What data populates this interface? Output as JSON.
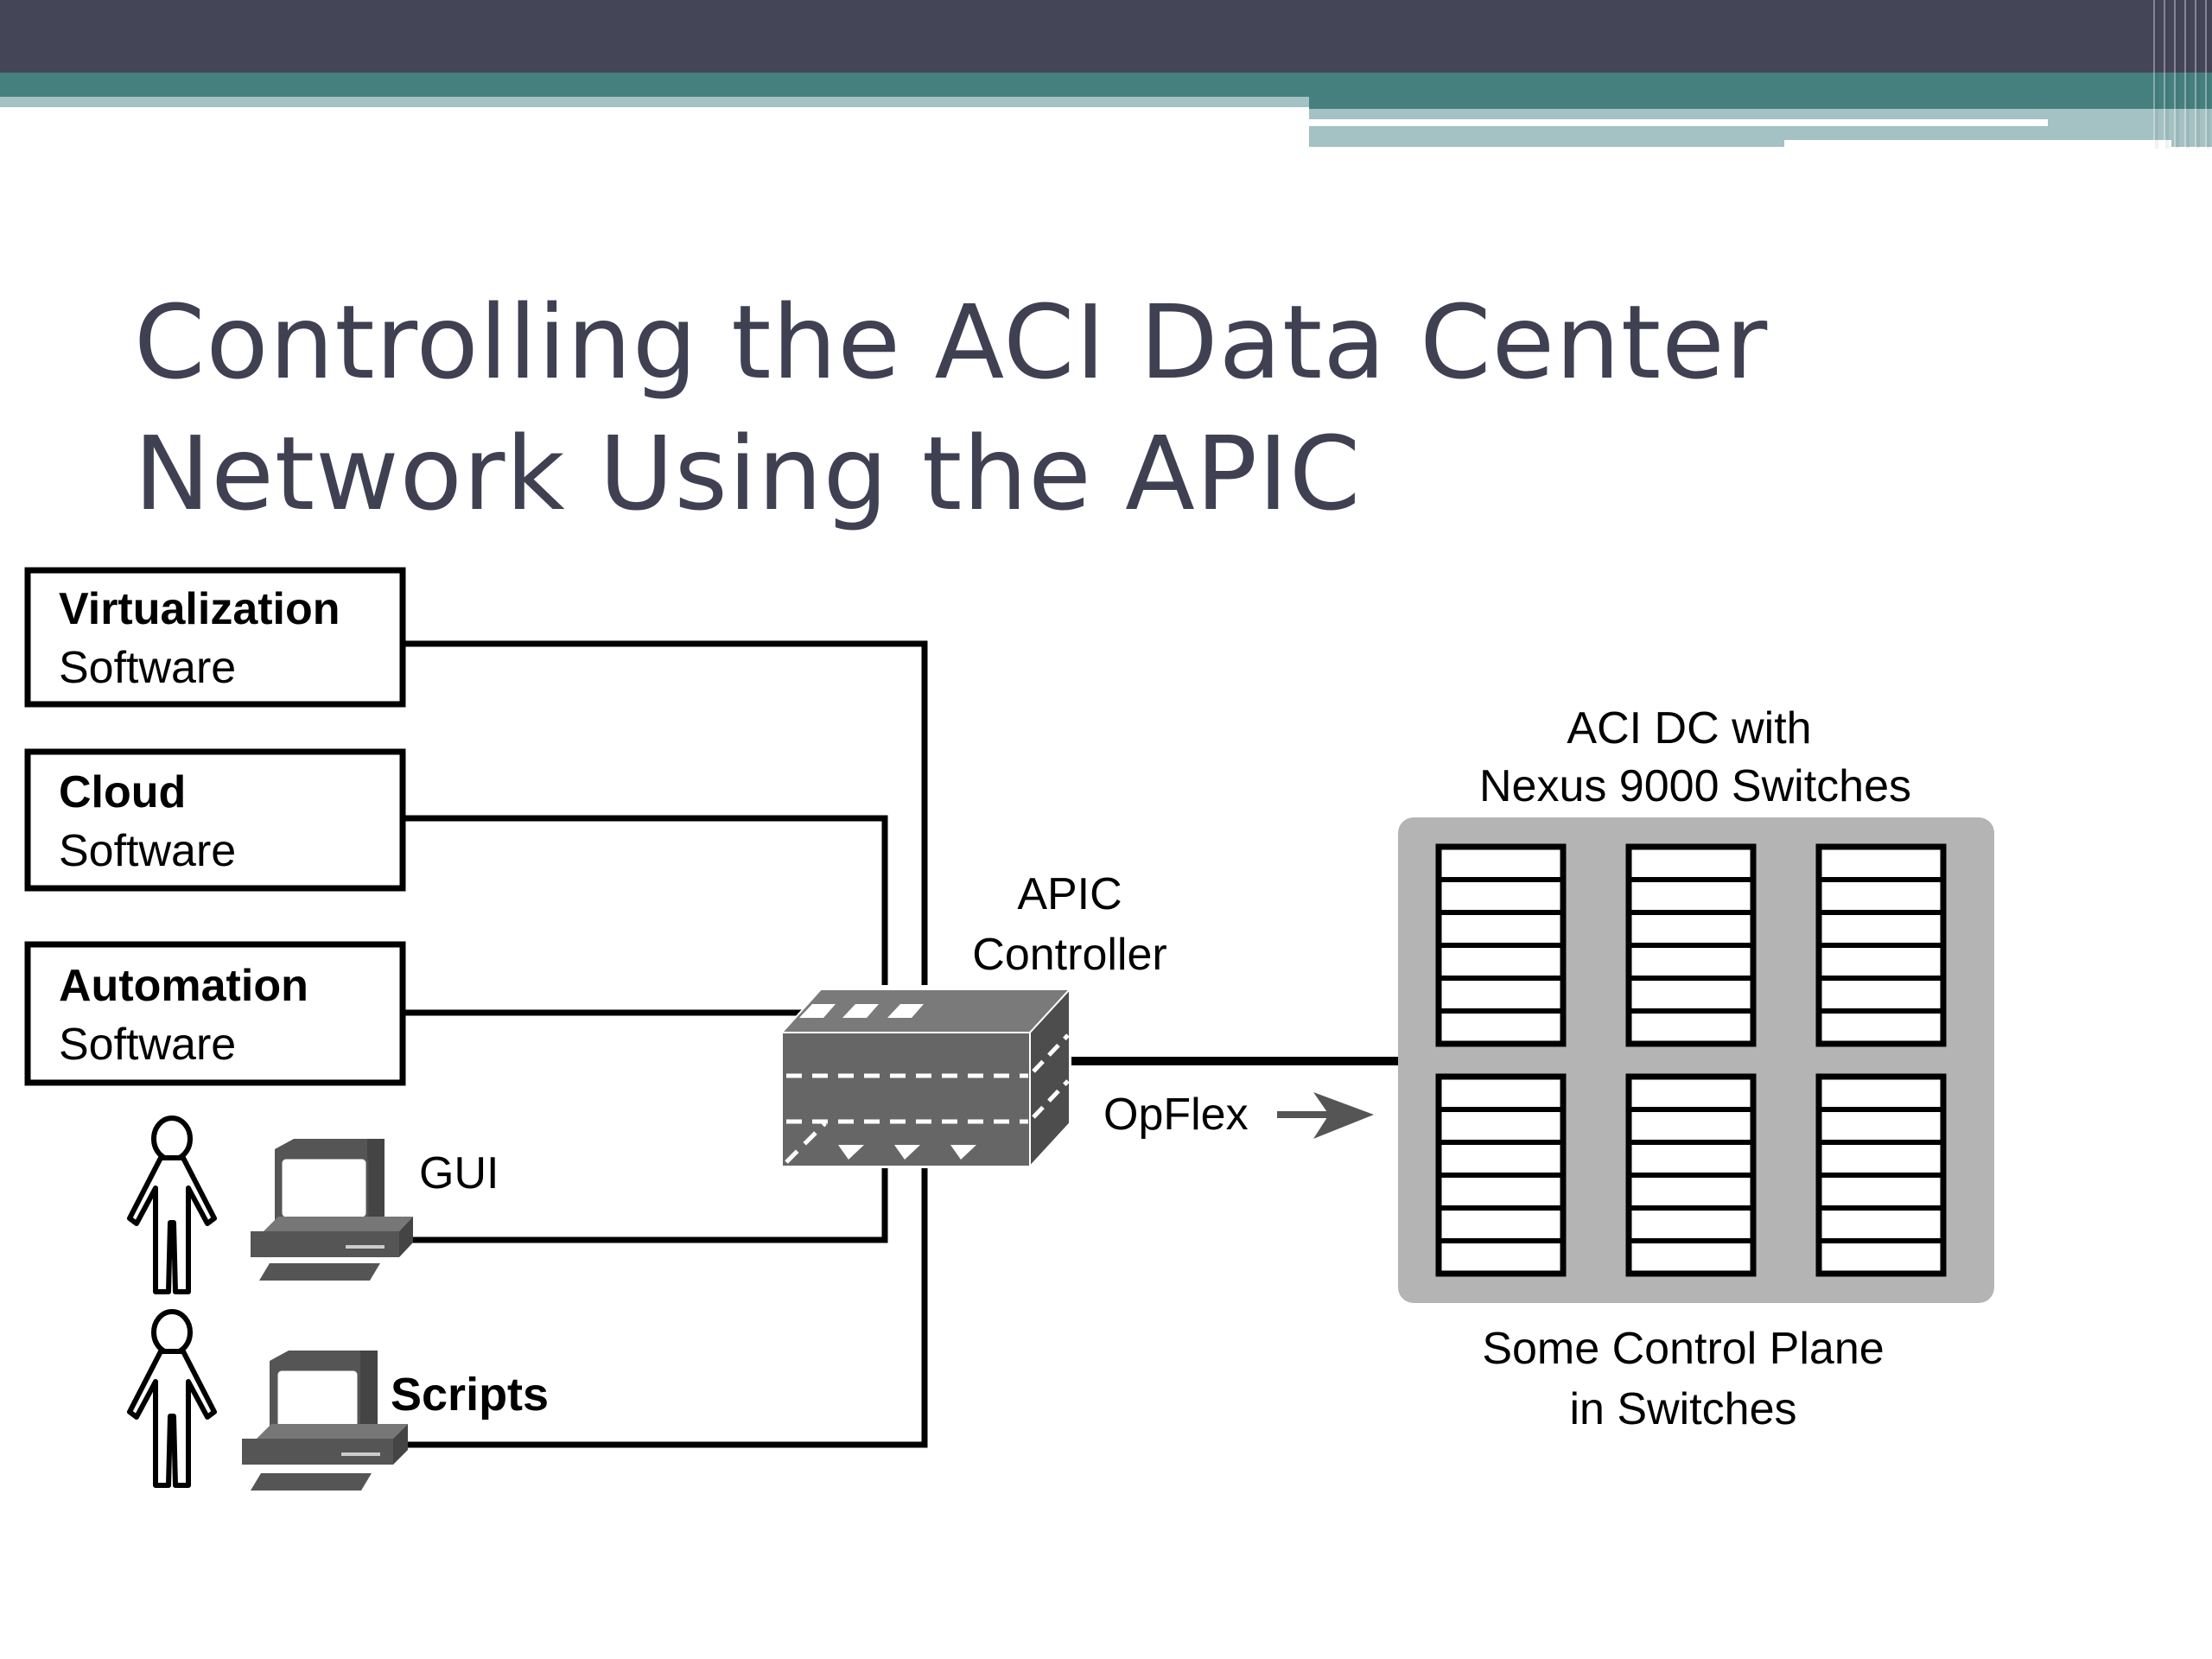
{
  "slide": {
    "title_line1": "Controlling the ACI Data Center",
    "title_line2": "Network Using the APIC"
  },
  "diagram": {
    "software_boxes": [
      {
        "bold": "Virtualization",
        "regular": "Software"
      },
      {
        "bold": "Cloud",
        "regular": "Software"
      },
      {
        "bold": "Automation",
        "regular": "Software"
      }
    ],
    "users": [
      {
        "label": "GUI",
        "icon": "person-icon",
        "device": "computer-icon"
      },
      {
        "label": "Scripts",
        "icon": "person-icon",
        "device": "computer-icon"
      }
    ],
    "controller": {
      "line1": "APIC",
      "line2": "Controller",
      "icon": "apic-controller-icon"
    },
    "protocol": {
      "label": "OpFlex",
      "icon": "arrow-right-icon"
    },
    "datacenter": {
      "top_line1": "ACI DC with",
      "top_line2": "Nexus 9000 Switches",
      "bottom_line1": "Some Control Plane",
      "bottom_line2": "in Switches",
      "switch_count": 6,
      "slots_per_switch": 6
    },
    "colors": {
      "line": "#000000",
      "switch_panel": "#b4b4b4",
      "controller_front": "#666666",
      "controller_side": "#4d4d4d",
      "arrow": "#555555"
    }
  },
  "theme": {
    "topbar": "#444557",
    "accent_teal": "#45807f",
    "accent_light": "#a4c1c4",
    "title_color": "#3f4052"
  }
}
